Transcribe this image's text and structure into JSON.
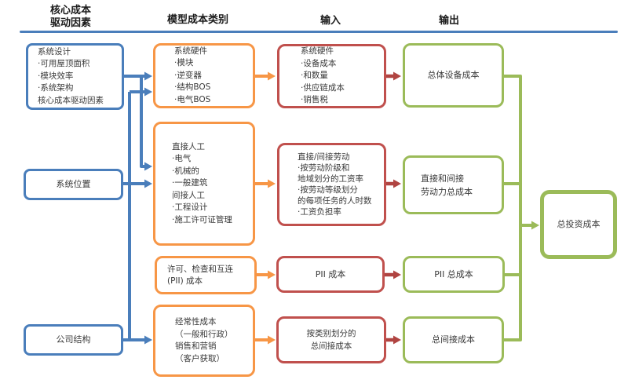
{
  "titles": {
    "drivers": [
      "核心成本",
      "驱动因素"
    ],
    "categories": "模型成本类别",
    "inputs": "输入",
    "outputs": "输出"
  },
  "boxes": {
    "system_design": [
      "系统设计",
      "·可用屋顶面积",
      "·模块效率",
      "·系统架构",
      "核心成本驱动因素"
    ],
    "system_location": "系统位置",
    "company_structure": "公司结构",
    "system_hardware_category": [
      "系统硬件",
      "·模块",
      "·逆变器",
      "·结构BOS",
      "·电气BOS"
    ],
    "labor_category": [
      "直接人工",
      "·电气",
      "·机械的",
      "·一般建筑",
      "间接人工",
      "·工程设计",
      "·施工许可证管理"
    ],
    "pii_category": [
      "许可、检查和互连",
      "(PII) 成本"
    ],
    "recurring_category": [
      "经常性成本",
      "（一般和行政）",
      "销售和营销",
      "（客户获取）"
    ],
    "system_hardware_inputs": [
      "系统硬件",
      "·设备成本",
      "·和数量",
      "·供应链成本",
      "·销售税"
    ],
    "labor_inputs": [
      "直接/间接劳动",
      "·按劳动阶级和",
      "地域划分的工资率",
      "·按劳动等级划分",
      "的每项任务的人时数",
      "·工资负担率"
    ],
    "pii_cost_input": "PII 成本",
    "indirect_by_category_input": [
      "按类别划分的",
      "总间接成本"
    ],
    "total_equipment_cost": "总体设备成本",
    "total_labor_cost": [
      "直接和间接",
      "劳动力总成本"
    ],
    "total_pii_cost": "PII 总成本",
    "total_indirect_cost": "总间接成本",
    "total_investment_cost": "总投资成本"
  },
  "colors": {
    "blue": "#4A7EBB",
    "orange": "#F79646",
    "red": "#C0504D",
    "red_arrow": "#B04441",
    "green": "#9BBB59",
    "text": "#3A3A3A"
  }
}
